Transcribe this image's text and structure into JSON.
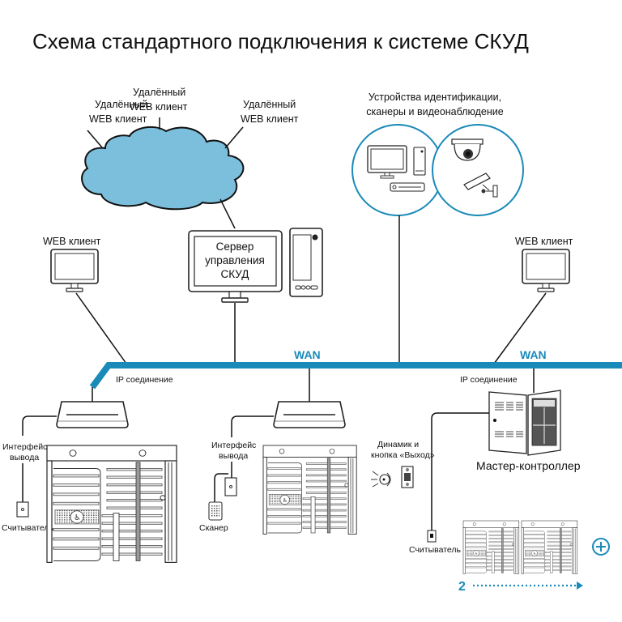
{
  "title": "Схема стандартного подключения к системе СКУД",
  "colors": {
    "wan_line": "#1a8ab8",
    "cloud_fill": "#7bbfdc",
    "accent_text": "#1a8ab8",
    "circle_stroke": "#1a8ab8"
  },
  "cloud": {
    "clients": [
      {
        "line1": "Удалённый",
        "line2": "WEB клиент"
      },
      {
        "line1": "Удалённый",
        "line2": "WEB клиент"
      },
      {
        "line1": "Удалённый",
        "line2": "WEB клиент"
      }
    ]
  },
  "identification": {
    "line1": "Устройства идентификации,",
    "line2": "сканеры и видеонаблюдение",
    "icons": [
      "monitor-icon",
      "reader-icon",
      "recorder-icon",
      "dome-camera-icon",
      "bullet-camera-icon"
    ]
  },
  "server": {
    "line1": "Сервер",
    "line2": "управления",
    "line3": "СКУД"
  },
  "web_client_left": "WEB клиент",
  "web_client_right": "WEB клиент",
  "network": {
    "wan_left": "WAN",
    "wan_right": "WAN",
    "ip_left": "IP соединение",
    "ip_right": "IP соединение"
  },
  "site1": {
    "interface_line1": "Интерфейс",
    "interface_line2": "вывода",
    "reader": "Считыватель"
  },
  "site2": {
    "interface_line1": "Интерфейс",
    "interface_line2": "вывода",
    "scanner": "Сканер"
  },
  "site3": {
    "speaker_line1": "Динамик и",
    "speaker_line2": "кнопка «Выход»",
    "controller": "Мастер-контроллер",
    "reader": "Считыватель",
    "count": "2"
  }
}
